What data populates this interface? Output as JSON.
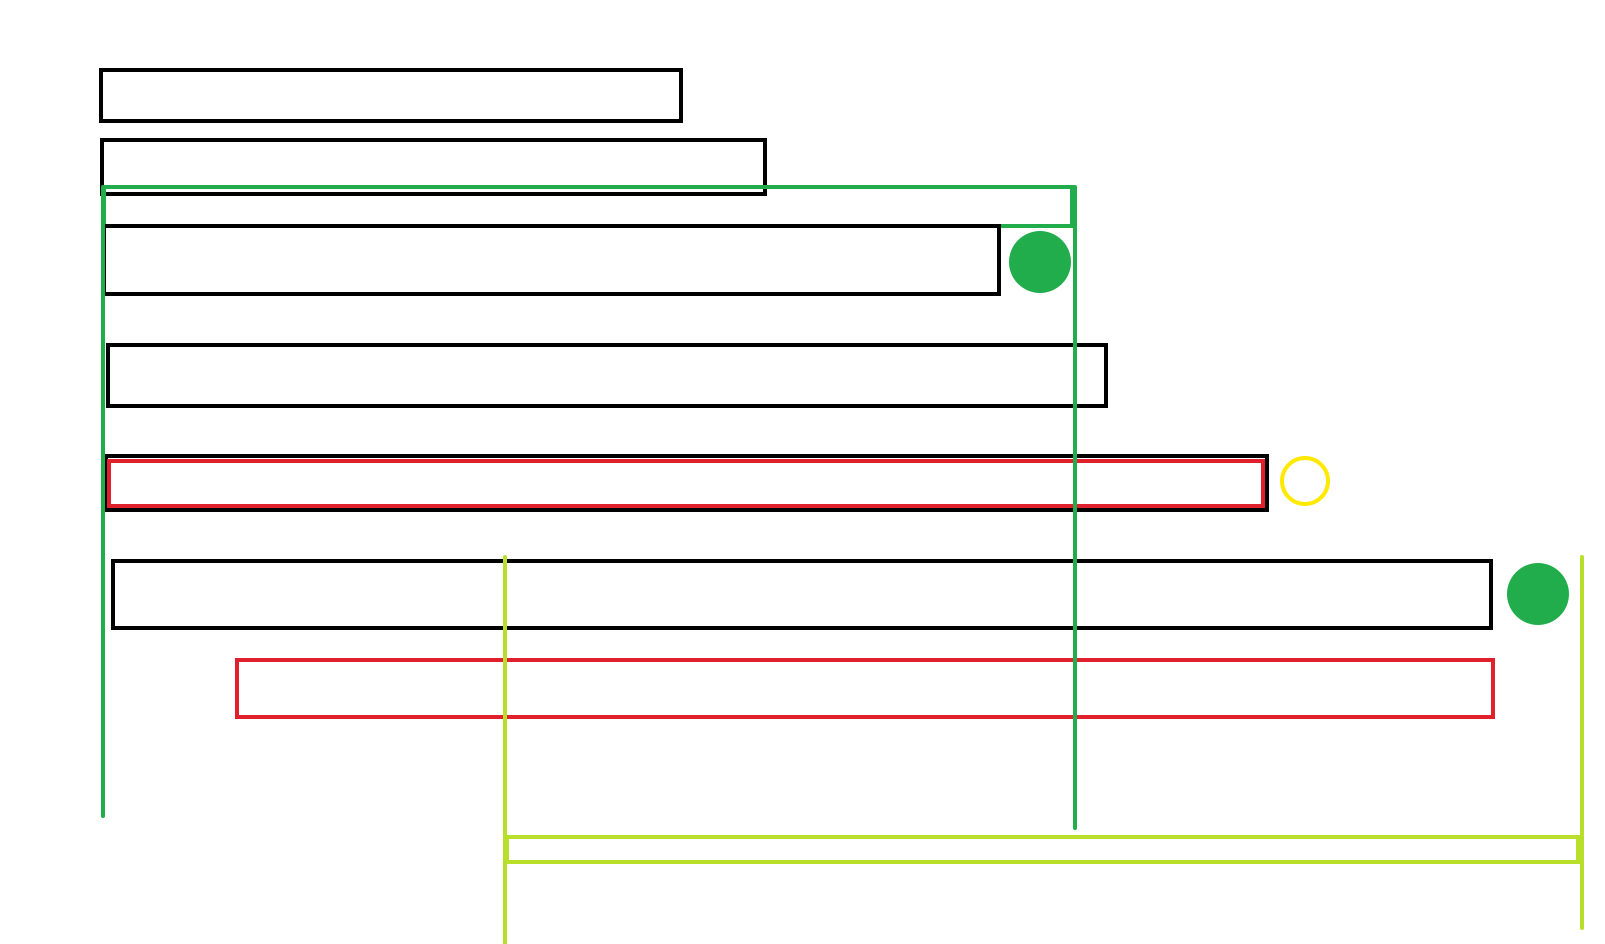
{
  "colors": {
    "background": "#ffffff",
    "black": "#000000",
    "red": "#e0202c",
    "green": "#21ad4b",
    "lime": "#b8e02a",
    "yellow": "#ffe900"
  },
  "shapes": [
    {
      "name": "black-bar-1",
      "type": "bar-outline",
      "color": "black"
    },
    {
      "name": "black-bar-2",
      "type": "bar-outline",
      "color": "black"
    },
    {
      "name": "green-bracket-top-bar",
      "type": "bar-outline",
      "color": "green"
    },
    {
      "name": "black-bar-3",
      "type": "bar-outline",
      "color": "black"
    },
    {
      "name": "green-filled-dot-1",
      "type": "filled-circle",
      "color": "green"
    },
    {
      "name": "black-bar-4",
      "type": "bar-outline",
      "color": "black"
    },
    {
      "name": "black-bar-5",
      "type": "bar-outline",
      "color": "black"
    },
    {
      "name": "red-bar-1",
      "type": "bar-outline",
      "color": "red"
    },
    {
      "name": "yellow-hollow-dot",
      "type": "hollow-circle",
      "color": "yellow"
    },
    {
      "name": "black-bar-6",
      "type": "bar-outline",
      "color": "black"
    },
    {
      "name": "green-filled-dot-2",
      "type": "filled-circle",
      "color": "green"
    },
    {
      "name": "red-bar-2",
      "type": "bar-outline",
      "color": "red"
    },
    {
      "name": "lime-bracket-bottom-bar",
      "type": "bar-outline",
      "color": "lime"
    },
    {
      "name": "green-left-vertical-line",
      "type": "line",
      "color": "green"
    },
    {
      "name": "green-right-vertical-line",
      "type": "line",
      "color": "green"
    },
    {
      "name": "lime-left-vertical-line",
      "type": "line",
      "color": "lime"
    },
    {
      "name": "lime-right-vertical-line",
      "type": "line",
      "color": "lime"
    }
  ]
}
